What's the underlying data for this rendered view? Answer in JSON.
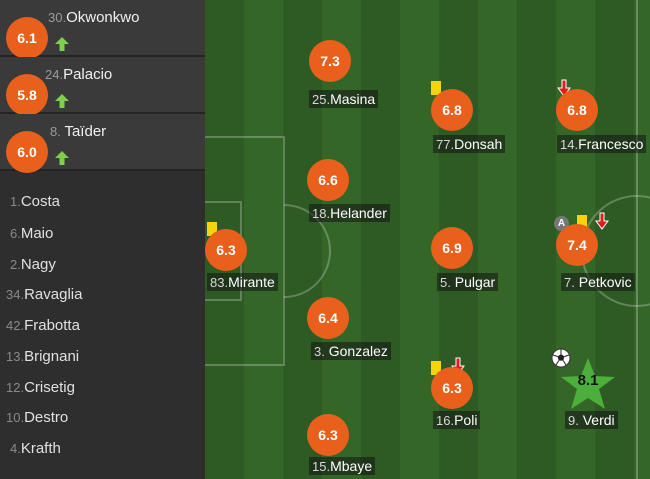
{
  "colors": {
    "rating_bg": "#e8601c",
    "star": "#4caf3c",
    "card": "#f4d40c",
    "sub_in": "#7ed04b",
    "sub_out": "#d81e1e"
  },
  "subs": [
    {
      "rating": "6.1",
      "number": "30.",
      "name": "Okwonkwo",
      "icon": "sub-in-arrow-icon"
    },
    {
      "rating": "5.8",
      "number": "24.",
      "name": "Palacio",
      "icon": "sub-in-arrow-icon"
    },
    {
      "rating": "6.0",
      "number": "8.",
      "name": "Taïder",
      "icon": "sub-in-arrow-icon"
    }
  ],
  "bench": [
    {
      "number": "1.",
      "name": "Costa"
    },
    {
      "number": "6.",
      "name": "Maio"
    },
    {
      "number": "2.",
      "name": "Nagy"
    },
    {
      "number": "34.",
      "name": "Ravaglia"
    },
    {
      "number": "42.",
      "name": "Frabotta"
    },
    {
      "number": "13.",
      "name": "Brignani"
    },
    {
      "number": "12.",
      "name": "Crisetig"
    },
    {
      "number": "10.",
      "name": "Destro"
    },
    {
      "number": "4.",
      "name": "Krafth"
    }
  ],
  "players": [
    {
      "rating": "6.3",
      "number": "83.",
      "name": "Mirante",
      "events": [
        "yellow-card"
      ]
    },
    {
      "rating": "7.3",
      "number": "25.",
      "name": "Masina",
      "events": []
    },
    {
      "rating": "6.6",
      "number": "18.",
      "name": "Helander",
      "events": []
    },
    {
      "rating": "6.4",
      "number": "3.",
      "name": "Gonzalez",
      "events": []
    },
    {
      "rating": "6.3",
      "number": "15.",
      "name": "Mbaye",
      "events": []
    },
    {
      "rating": "6.8",
      "number": "77.",
      "name": "Donsah",
      "events": [
        "yellow-card"
      ]
    },
    {
      "rating": "6.9",
      "number": "5.",
      "name": "Pulgar",
      "events": []
    },
    {
      "rating": "6.3",
      "number": "16.",
      "name": "Poli",
      "events": [
        "yellow-card",
        "sub-out"
      ]
    },
    {
      "rating": "6.8",
      "number": "14.",
      "name": "Francesco",
      "events": [
        "sub-out"
      ]
    },
    {
      "rating": "7.4",
      "number": "7.",
      "name": "Petkovic",
      "events": [
        "captain",
        "yellow-card",
        "sub-out"
      ]
    },
    {
      "rating": "8.1",
      "number": "9.",
      "name": "Verdi",
      "events": [
        "goal",
        "man-of-the-match"
      ]
    }
  ],
  "captain_label": "A"
}
